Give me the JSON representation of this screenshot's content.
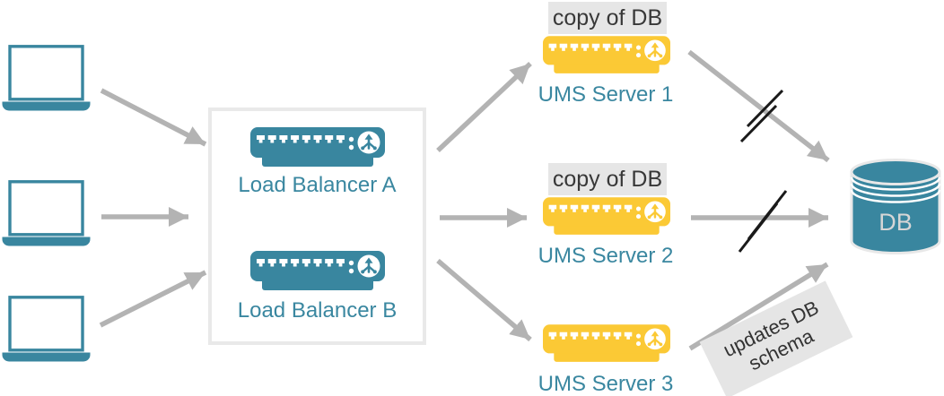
{
  "clients": {
    "items": [
      {
        "icon": "laptop-icon"
      },
      {
        "icon": "laptop-icon"
      },
      {
        "icon": "laptop-icon"
      }
    ]
  },
  "load_balancers": {
    "items": [
      {
        "label": "Load Balancer A",
        "icon": "server-icon"
      },
      {
        "label": "Load Balancer B",
        "icon": "server-icon"
      }
    ]
  },
  "ums_servers": {
    "items": [
      {
        "label": "UMS Server 1",
        "badge": "copy of DB",
        "icon": "server-icon"
      },
      {
        "label": "UMS Server 2",
        "badge": "copy of DB",
        "icon": "server-icon"
      },
      {
        "label": "UMS Server 3",
        "icon": "server-icon"
      }
    ]
  },
  "database": {
    "label": "DB",
    "icon": "database-cylinder-icon"
  },
  "notes": {
    "schema_update": {
      "line1": "updates DB",
      "line2": "schema"
    }
  },
  "colors": {
    "teal": "#39869F",
    "yellow": "#FBC935",
    "arrow_gray": "#B3B3B3",
    "slash_black": "#1A1A1A",
    "badge_bg": "#E6E6E6",
    "badge_text": "#383838",
    "box_border": "#E9E9E9",
    "db_text": "#D6D6D6",
    "label_text": "#3A87A0"
  }
}
